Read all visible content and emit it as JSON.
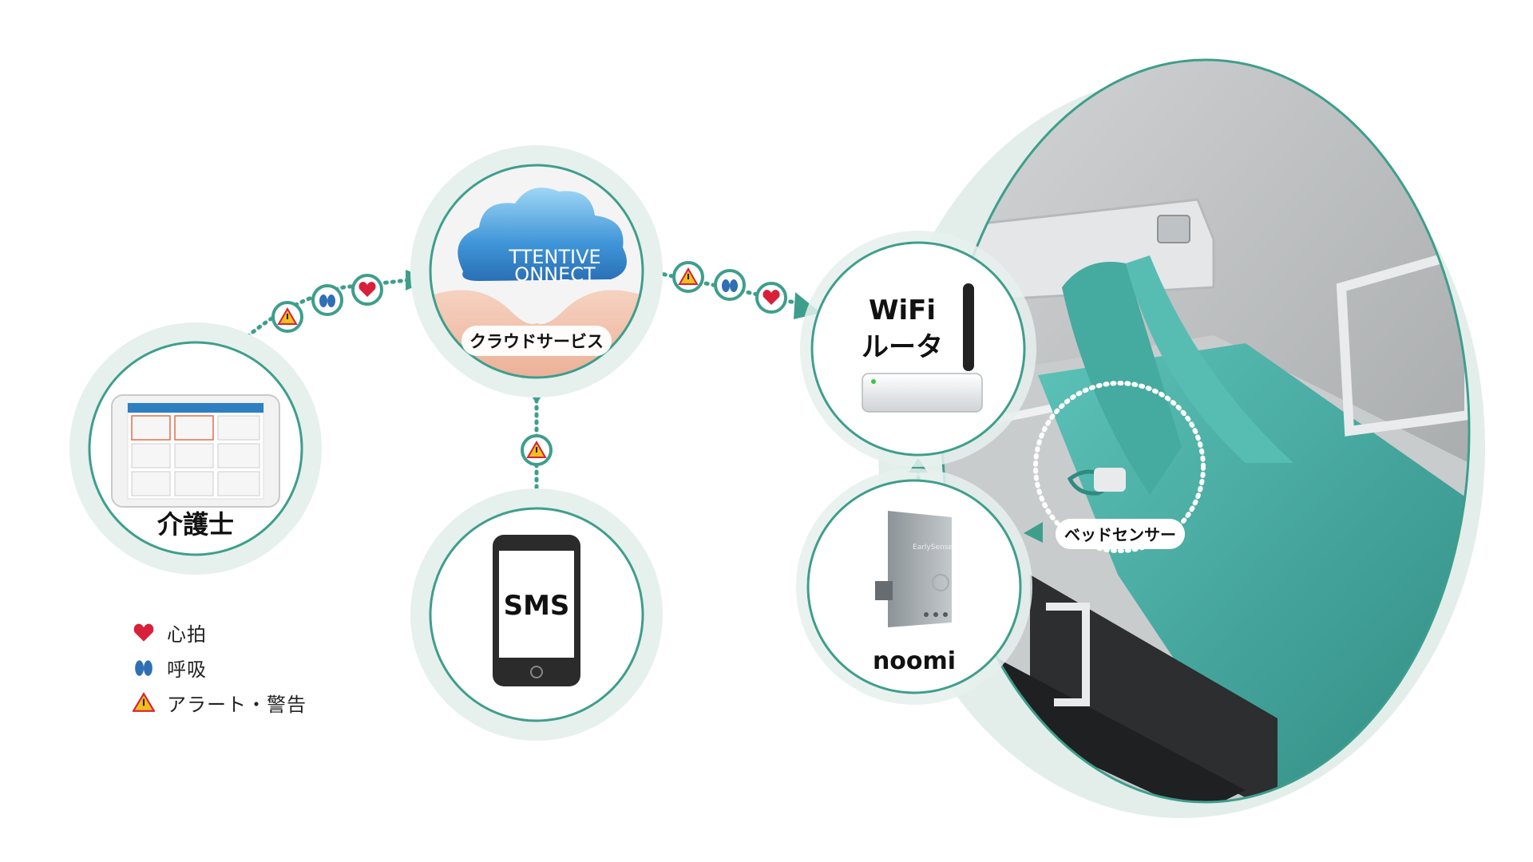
{
  "nodes": {
    "caregiver": {
      "label": "介護士"
    },
    "cloud": {
      "label": "クラウドサービス",
      "logo_line1": "TTENTIVE",
      "logo_line2": "ONNECT"
    },
    "sms": {
      "label": "SMS"
    },
    "router": {
      "label_line1": "WiFi",
      "label_line2": "ルータ"
    },
    "sensor_unit": {
      "label": "noomi",
      "brand": "EarlySense"
    },
    "bed_sensor": {
      "label": "ベッドセンサー"
    }
  },
  "legend": {
    "heart": "心拍",
    "lungs": "呼吸",
    "alert": "アラート・警告"
  },
  "colors": {
    "teal": "#3e9e8c",
    "teal_light": "#e6f0ed",
    "heart_red": "#d8203a",
    "lung_blue": "#2f6fb5",
    "alert_yellow": "#f3c01a",
    "bed_teal": "#4fb3aa"
  }
}
